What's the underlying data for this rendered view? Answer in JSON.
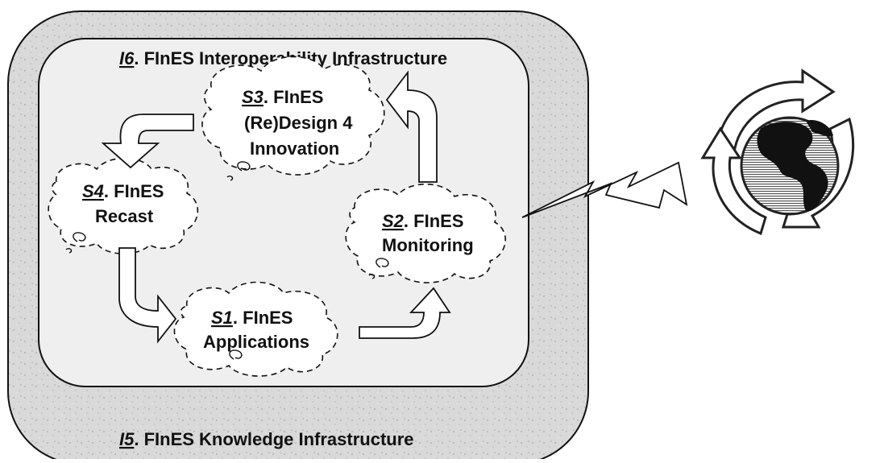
{
  "outer_box": {
    "code": "I5",
    "label": ". FInES Knowledge Infrastructure"
  },
  "inner_box": {
    "code": "I6",
    "label": ". FInES Interoperability Infrastructure"
  },
  "clouds": {
    "s1": {
      "code": "S1",
      "line1": ". FInES",
      "line2": "Applications"
    },
    "s2": {
      "code": "S2",
      "line1": ". FInES",
      "line2": "Monitoring"
    },
    "s3": {
      "code": "S3",
      "line1": ". FInES",
      "line2": "(Re)Design 4",
      "line3": "Innovation"
    },
    "s4": {
      "code": "S4",
      "line1": ". FInES",
      "line2": "Recast"
    }
  },
  "colors": {
    "outer_fill": "#dcdcdc",
    "inner_fill": "#f0f0f0",
    "stroke": "#111111",
    "cloud_fill": "#ffffff"
  },
  "icons": {
    "globe": "globe-with-cycle-arrows-icon",
    "bolt": "lightning-bolt-icon"
  }
}
